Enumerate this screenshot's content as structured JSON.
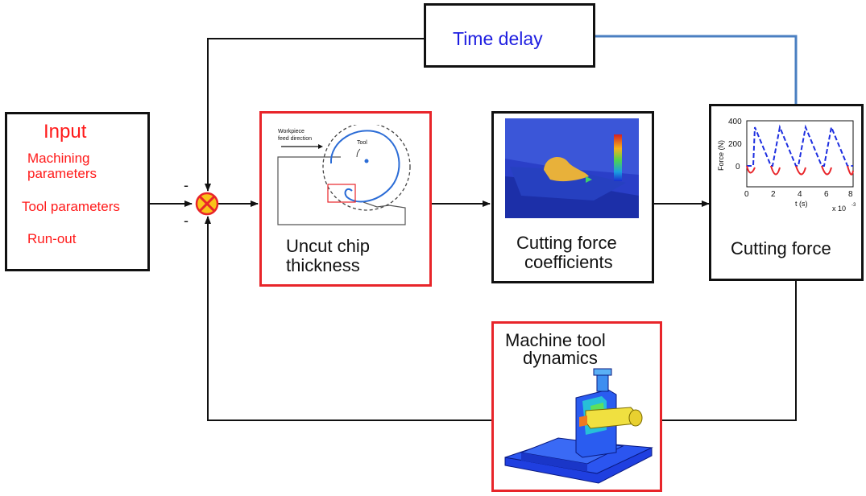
{
  "colors": {
    "red": "#ff1a1a",
    "blue": "#1d1de0",
    "black": "#111111",
    "steel_blue": "#4a7fc1"
  },
  "input_block": {
    "title": "Input",
    "items": [
      "Machining parameters",
      "Tool parameters",
      "Run-out"
    ],
    "item_lines": [
      "Machining",
      "parameters",
      "Tool parameters",
      "Run-out"
    ]
  },
  "summing_junction": {
    "top_sign": "-",
    "bottom_sign": "-"
  },
  "time_delay": {
    "label": "Time delay"
  },
  "uncut_chip": {
    "label": "Uncut chip thickness",
    "label_lines": [
      "Uncut chip",
      "thickness"
    ],
    "figure": {
      "caption_top": "Workpiece",
      "caption_bottom": "feed direction",
      "tool_label": "Tool"
    }
  },
  "cutting_force_coefficients": {
    "label": "Cutting force coefficients",
    "label_lines": [
      "Cutting force",
      "coefficients"
    ]
  },
  "cutting_force": {
    "label": "Cutting force",
    "plot": {
      "ylabel": "Force (N)",
      "xlabel": "t (s)",
      "x_scale_note": "x 10",
      "x_scale_exp": "-3",
      "yticks": [
        "400",
        "200",
        "0"
      ],
      "xticks": [
        "0",
        "2",
        "4",
        "6",
        "8"
      ]
    }
  },
  "machine_tool_dynamics": {
    "label": "Machine tool dynamics",
    "label_lines": [
      "Machine tool",
      "dynamics"
    ]
  }
}
